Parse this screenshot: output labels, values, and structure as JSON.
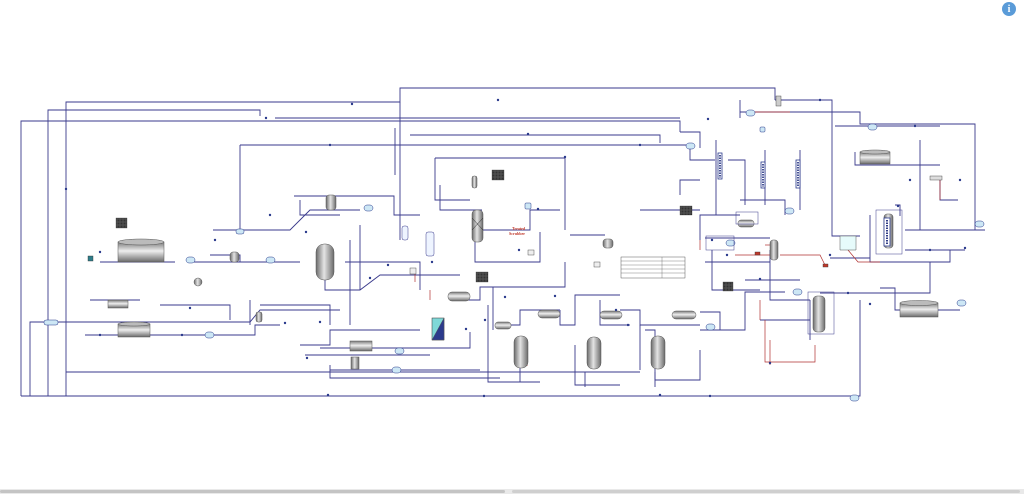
{
  "toolbar": {
    "info_glyph": "i"
  },
  "annotations": {
    "scrubber_line1": "Treated",
    "scrubber_line2": "Scrubber"
  },
  "colors": {
    "stream_main": "#3a3a8c",
    "stream_hot": "#b03030",
    "vessel_fill": "#9a9a9a",
    "heater_fill": "#7fd8d8"
  }
}
